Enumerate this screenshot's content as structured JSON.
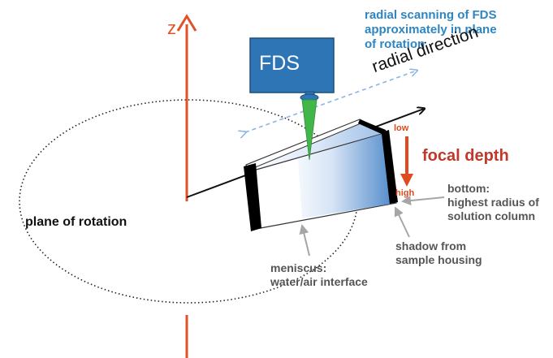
{
  "labels": {
    "z_axis": "z",
    "fds": "FDS",
    "scanning": [
      "radial scanning of FDS",
      "approximately in plane",
      "of rotation"
    ],
    "radial_direction": "radial direction",
    "low": "low",
    "high": "high",
    "focal_depth": "focal depth",
    "bottom": [
      "bottom:",
      "highest radius of",
      "solution column"
    ],
    "shadow": [
      "shadow from",
      "sample housing"
    ],
    "meniscus": [
      "meniscus:",
      "water/air interface"
    ],
    "plane_of_rotation": "plane of rotation"
  },
  "colors": {
    "z_axis": "#e05227",
    "fds_box": "#2e75b6",
    "fds_box_border": "#1f4e79",
    "beam": "#43b649",
    "scan_arrow": "#8ab4e3",
    "scan_text": "#2e86c1",
    "focal_arrow": "#e04a1f",
    "focal_text": "#c0392b",
    "annotation_text": "#555555",
    "annotation_arrow": "#a6a6a6",
    "solution_light": "#e6eef8",
    "solution_dark": "#4a86c8"
  }
}
